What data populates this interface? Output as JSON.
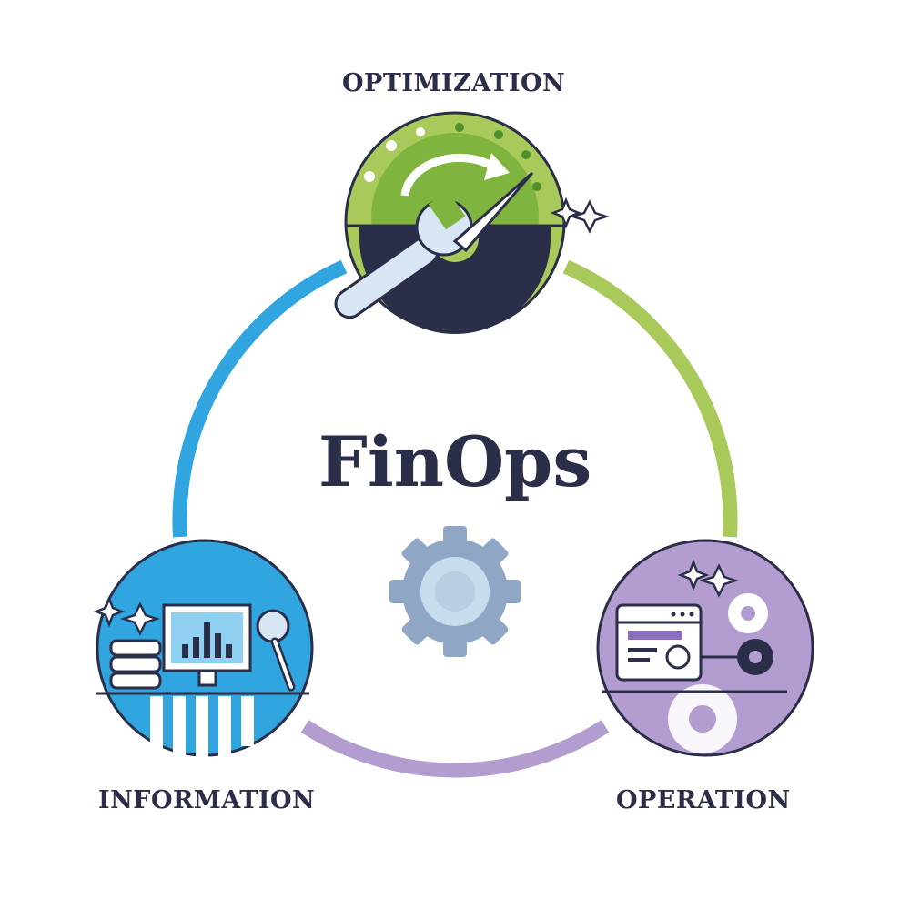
{
  "title": "FinOps",
  "stages": {
    "top": "OPTIMIZATION",
    "left": "INFORMATION",
    "right": "OPERATION"
  },
  "colors": {
    "ink": "#2b2e48",
    "green": "#a9c95a",
    "blue": "#30a5df",
    "purple": "#b39dd0",
    "gray_gear": "#8fa7c4"
  },
  "icons": {
    "top": "wrench-gear-icon",
    "left": "monitor-chart-icon",
    "right": "browser-gears-icon",
    "center": "gear-icon"
  }
}
